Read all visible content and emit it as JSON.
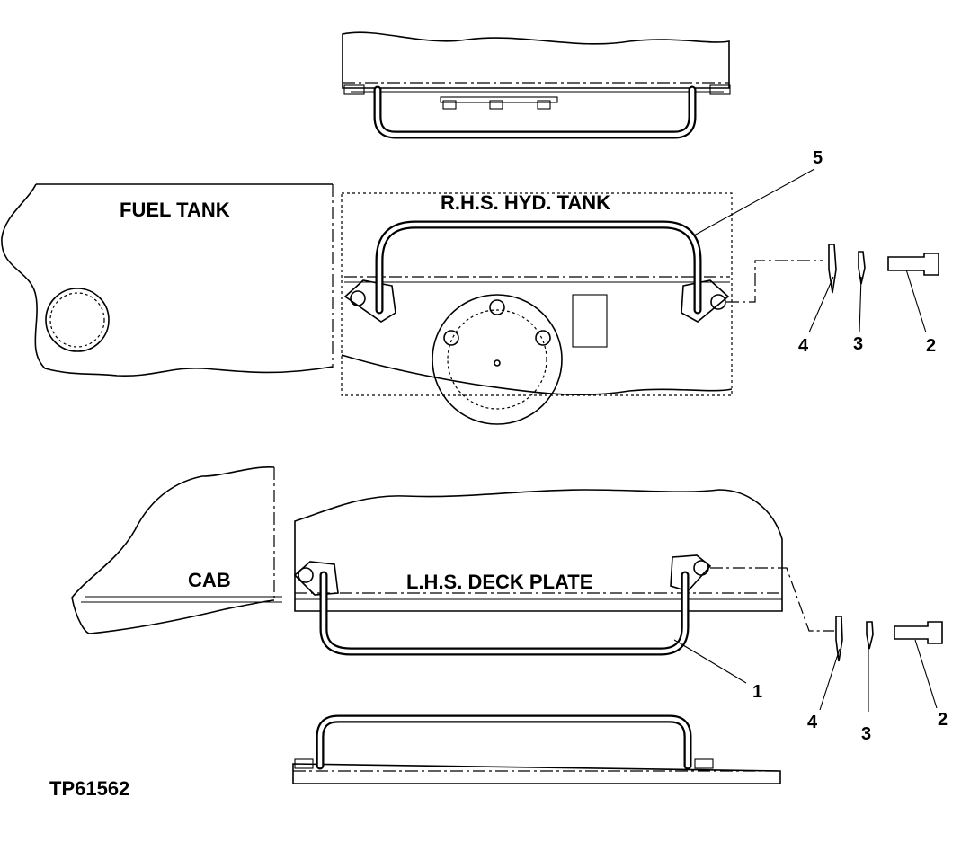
{
  "labels": {
    "fuel_tank": "FUEL TANK",
    "rhs_hyd_tank": "R.H.S. HYD. TANK",
    "cab": "CAB",
    "lhs_deck_plate": "L.H.S. DECK PLATE",
    "figure_id": "TP61562"
  },
  "callouts": {
    "upper": {
      "handle": "5",
      "washer": "4",
      "lock_washer": "3",
      "bolt": "2"
    },
    "lower": {
      "handle": "1",
      "washer": "4",
      "lock_washer": "3",
      "bolt": "2"
    }
  }
}
